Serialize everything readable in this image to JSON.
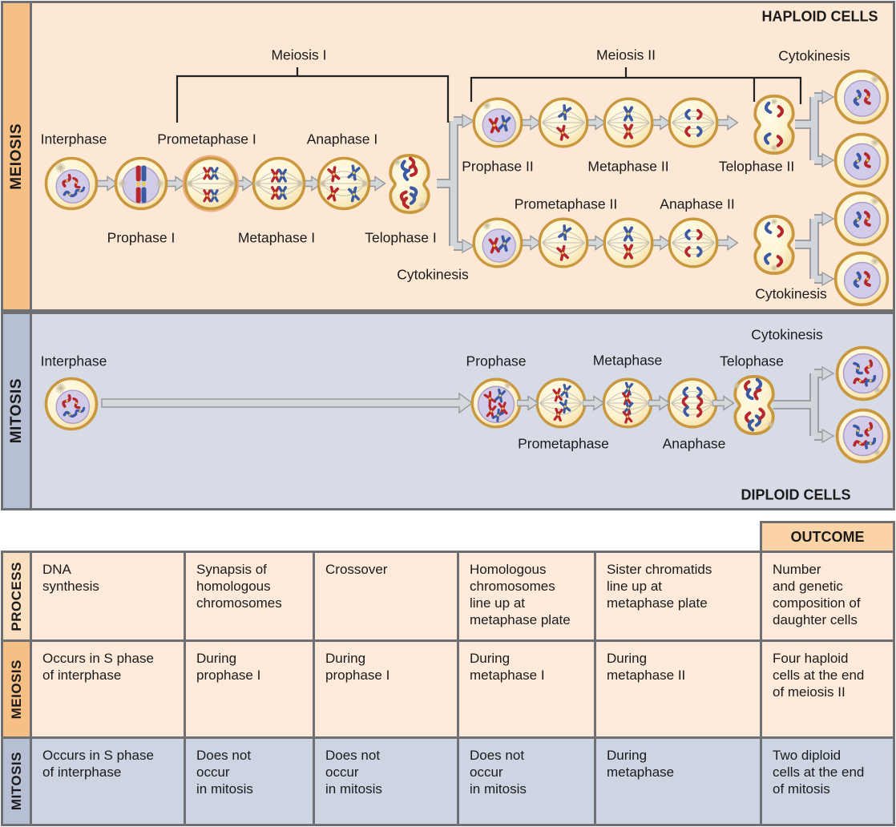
{
  "figure": {
    "haploid_cells_label": "HAPLOID CELLS",
    "diploid_cells_label": "DIPLOID CELLS"
  },
  "meiosis": {
    "sidebar": "MEIOSIS",
    "bracket_meiosis_i": "Meiosis I",
    "bracket_meiosis_ii": "Meiosis II",
    "cytokinesis_top": "Cytokinesis",
    "cytokinesis_mid": "Cytokinesis",
    "cytokinesis_bottom": "Cytokinesis",
    "interphase": "Interphase",
    "prophase_i": "Prophase I",
    "prometaphase_i": "Prometaphase I",
    "metaphase_i": "Metaphase I",
    "anaphase_i": "Anaphase I",
    "telophase_i": "Telophase I",
    "prophase_ii": "Prophase II",
    "prometaphase_ii": "Prometaphase II",
    "metaphase_ii": "Metaphase II",
    "anaphase_ii": "Anaphase II",
    "telophase_ii": "Telophase II"
  },
  "mitosis": {
    "sidebar": "MITOSIS",
    "interphase": "Interphase",
    "prophase": "Prophase",
    "prometaphase": "Prometaphase",
    "metaphase": "Metaphase",
    "anaphase": "Anaphase",
    "telophase": "Telophase",
    "cytokinesis": "Cytokinesis"
  },
  "table": {
    "outcome_header": "OUTCOME",
    "row_headers": [
      "PROCESS",
      "MEIOSIS",
      "MITOSIS"
    ],
    "process": [
      "DNA\nsynthesis",
      "Synapsis of\nhomologous\nchromosomes",
      "Crossover",
      "Homologous\nchromosomes\nline up at\nmetaphase plate",
      "Sister chromatids\nline up at\nmetaphase plate",
      "Number\nand genetic\ncomposition of\ndaughter cells"
    ],
    "meiosis": [
      "Occurs in S phase\nof interphase",
      "During\nprophase I",
      "During\nprophase I",
      "During\nmetaphase I",
      "During\nmetaphase II",
      "Four haploid\ncells at the end\nof meiosis II"
    ],
    "mitosis": [
      "Occurs in S phase\nof interphase",
      "Does not\noccur\nin mitosis",
      "Does not\noccur\nin mitosis",
      "Does not\noccur\nin mitosis",
      "During\nmetaphase",
      "Two diploid\ncells at the end\nof mitosis"
    ]
  },
  "colors": {
    "meiosis_band_bg": "#fce8d4",
    "meiosis_sidebar_bg": "#f5bf85",
    "mitosis_band_bg": "#d7dbe5",
    "mitosis_sidebar_bg": "#b7bfd4",
    "process_header_bg": "#fbdfc1",
    "outcome_header_bg": "#fbd3a7",
    "table_peach_cell_bg": "#fdeada",
    "table_blue_cell_bg": "#cdd4e2",
    "border_gray": "#6f7074",
    "cell_ring_gold": "#c9973e",
    "cell_fill_cream": "#fdf2cf",
    "nucleus_lavender": "#d3cce8",
    "chromosome_red": "#b5272d",
    "chromosome_blue": "#3b5aa3",
    "centromere_yellow": "#e9c94f",
    "arrow_gray": "#d2d5d9",
    "bracket_black": "#222222"
  }
}
